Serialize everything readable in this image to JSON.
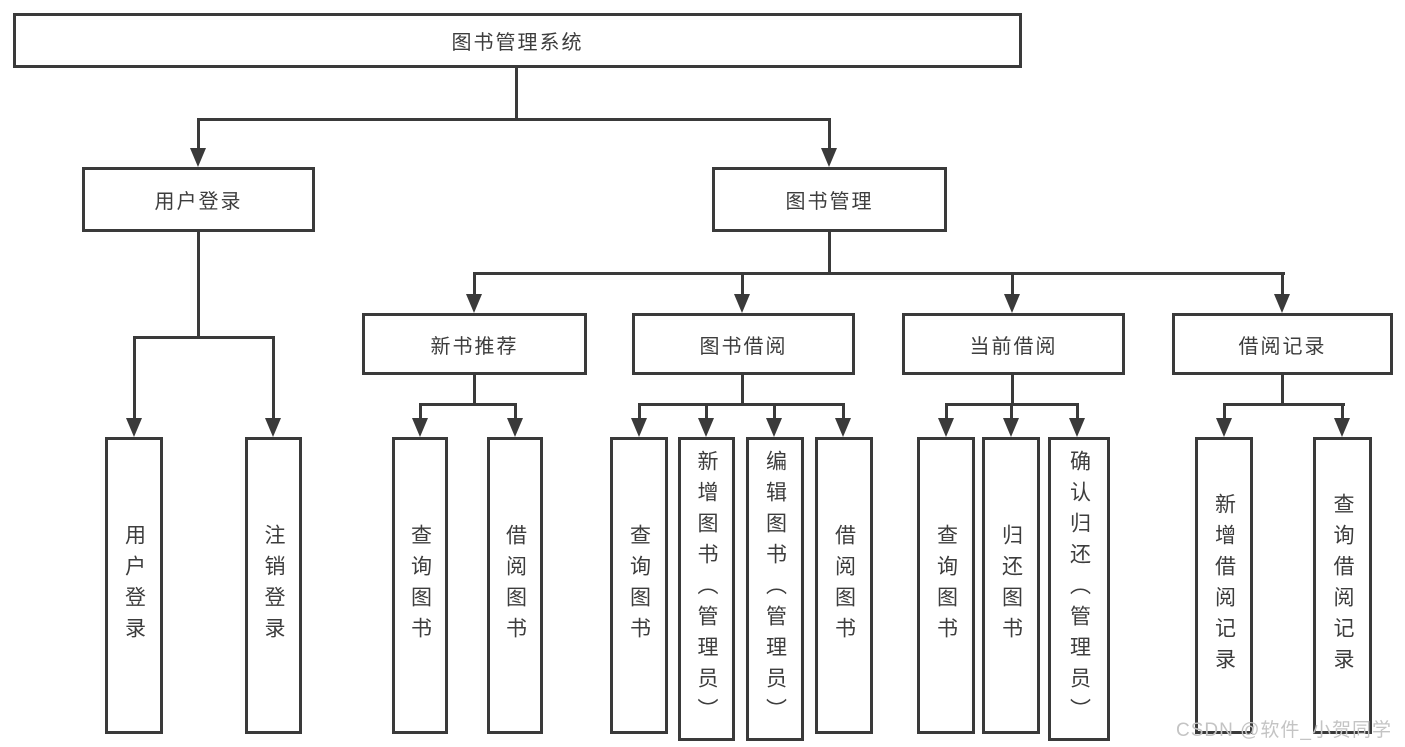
{
  "diagram": {
    "root": {
      "label": "图书管理系统"
    },
    "branches": [
      {
        "label": "用户登录",
        "children": [
          {
            "label": "用户登录"
          },
          {
            "label": "注销登录"
          }
        ]
      },
      {
        "label": "图书管理",
        "children": [
          {
            "label": "新书推荐",
            "children": [
              {
                "label": "查询图书"
              },
              {
                "label": "借阅图书"
              }
            ]
          },
          {
            "label": "图书借阅",
            "children": [
              {
                "label": "查询图书"
              },
              {
                "label": "新增图书（管理员）"
              },
              {
                "label": "编辑图书（管理员）"
              },
              {
                "label": "借阅图书"
              }
            ]
          },
          {
            "label": "当前借阅",
            "children": [
              {
                "label": "查询图书"
              },
              {
                "label": "归还图书"
              },
              {
                "label": "确认归还（管理员）"
              }
            ]
          },
          {
            "label": "借阅记录",
            "children": [
              {
                "label": "新增借阅记录"
              },
              {
                "label": "查询借阅记录"
              }
            ]
          }
        ]
      }
    ]
  },
  "watermark": {
    "text": "CSDN @软件_小贺同学"
  },
  "colors": {
    "line": "#3a3a3a",
    "text": "#3d3d3d",
    "watermark": "#c4c4c4",
    "background": "#ffffff"
  }
}
